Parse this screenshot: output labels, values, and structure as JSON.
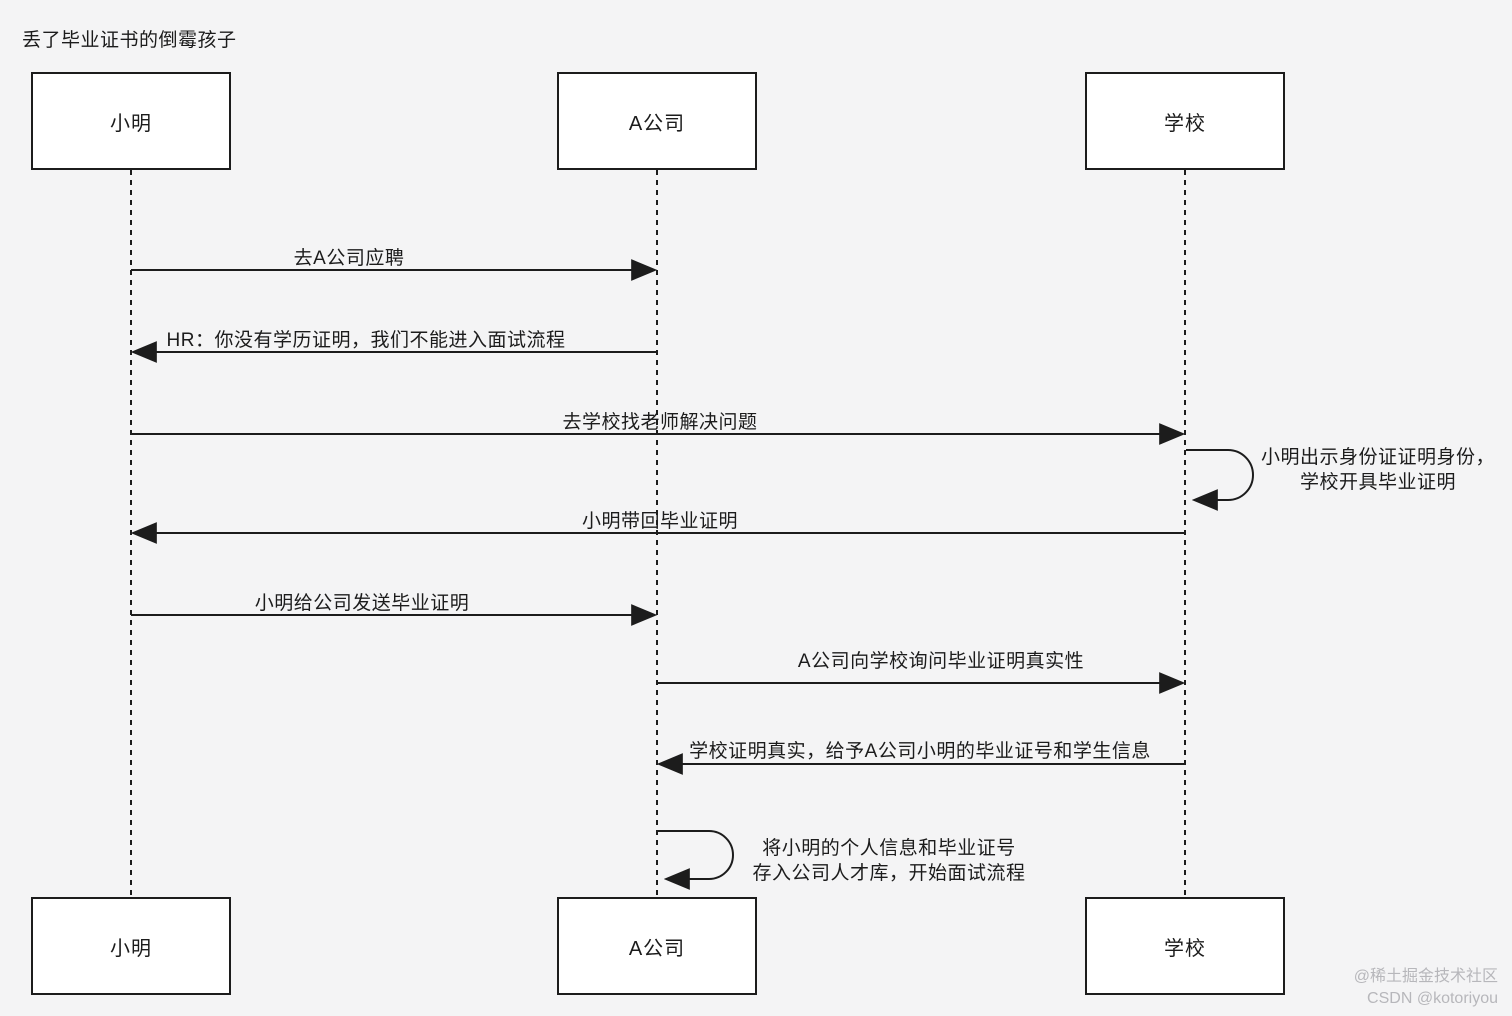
{
  "title": "丢了毕业证书的倒霉孩子",
  "actors": [
    {
      "id": "xiaoming",
      "label": "小明"
    },
    {
      "id": "company-a",
      "label": "A公司"
    },
    {
      "id": "school",
      "label": "学校"
    }
  ],
  "messages": [
    {
      "from": "小明",
      "to": "A公司",
      "type": "arrow",
      "label": "去A公司应聘"
    },
    {
      "from": "A公司",
      "to": "小明",
      "type": "arrow",
      "label": "HR：你没有学历证明，我们不能进入面试流程"
    },
    {
      "from": "小明",
      "to": "学校",
      "type": "arrow",
      "label": "去学校找老师解决问题"
    },
    {
      "from": "学校",
      "to": "学校",
      "type": "self",
      "line1": "小明出示身份证证明身份，",
      "line2": "学校开具毕业证明"
    },
    {
      "from": "学校",
      "to": "小明",
      "type": "arrow",
      "label": "小明带回毕业证明"
    },
    {
      "from": "小明",
      "to": "A公司",
      "type": "arrow",
      "label": "小明给公司发送毕业证明"
    },
    {
      "from": "A公司",
      "to": "学校",
      "type": "arrow",
      "label": "A公司向学校询问毕业证明真实性"
    },
    {
      "from": "学校",
      "to": "A公司",
      "type": "arrow",
      "label": "学校证明真实，给予A公司小明的毕业证号和学生信息"
    },
    {
      "from": "A公司",
      "to": "A公司",
      "type": "self",
      "line1": "将小明的个人信息和毕业证号",
      "line2": "存入公司人才库，开始面试流程"
    }
  ],
  "watermark": {
    "line1": "@稀土掘金技术社区",
    "line2": "CSDN @kotoriyou"
  },
  "colors": {
    "background": "#f4f4f5",
    "line": "#1c1c1c",
    "box_fill": "#ffffff",
    "watermark": "#b7b7bb"
  }
}
